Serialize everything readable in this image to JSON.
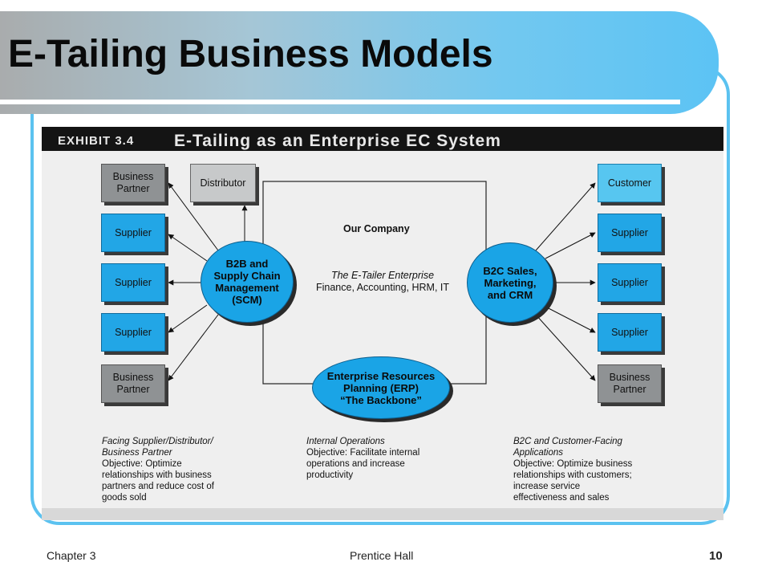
{
  "slide": {
    "title": "E-Tailing Business Models",
    "footer": {
      "left": "Chapter 3",
      "center": "Prentice Hall",
      "page": "10"
    }
  },
  "exhibit": {
    "number": "EXHIBIT 3.4",
    "title": "E-Tailing as an Enterprise EC System"
  },
  "left_column": [
    {
      "label": "Business\nPartner",
      "style": "gray"
    },
    {
      "label": "Supplier",
      "style": "blue"
    },
    {
      "label": "Supplier",
      "style": "blue"
    },
    {
      "label": "Supplier",
      "style": "blue"
    },
    {
      "label": "Business\nPartner",
      "style": "gray"
    }
  ],
  "distributor": {
    "label": "Distributor"
  },
  "right_column": [
    {
      "label": "Customer",
      "style": "lightblue"
    },
    {
      "label": "Supplier",
      "style": "blue"
    },
    {
      "label": "Supplier",
      "style": "blue"
    },
    {
      "label": "Supplier",
      "style": "blue"
    },
    {
      "label": "Business\nPartner",
      "style": "gray"
    }
  ],
  "hubs": {
    "b2b": "B2B and\nSupply Chain\nManagement\n(SCM)",
    "b2c": "B2C Sales,\nMarketing,\nand CRM",
    "erp": "Enterprise Resources\nPlanning (ERP)\n“The Backbone”"
  },
  "center": {
    "company": "Our Company",
    "enterprise": "The E-Tailer Enterprise",
    "functions": "Finance, Accounting, HRM, IT"
  },
  "captions": {
    "left": {
      "heading": "Facing Supplier/Distributor/\nBusiness Partner",
      "body": "Objective: Optimize\nrelationships with business\npartners and reduce cost of\ngoods sold"
    },
    "middle": {
      "heading": "Internal Operations",
      "body": "Objective: Facilitate internal\noperations and increase\nproductivity"
    },
    "right": {
      "heading": "B2C and Customer-Facing\nApplications",
      "body": "Objective: Optimize business\nrelationships with customers;\nincrease service\neffectiveness and sales"
    }
  },
  "colors": {
    "accent_blue": "#22a6e6",
    "frame_blue": "#5bc2f0",
    "header_black": "#141414"
  }
}
